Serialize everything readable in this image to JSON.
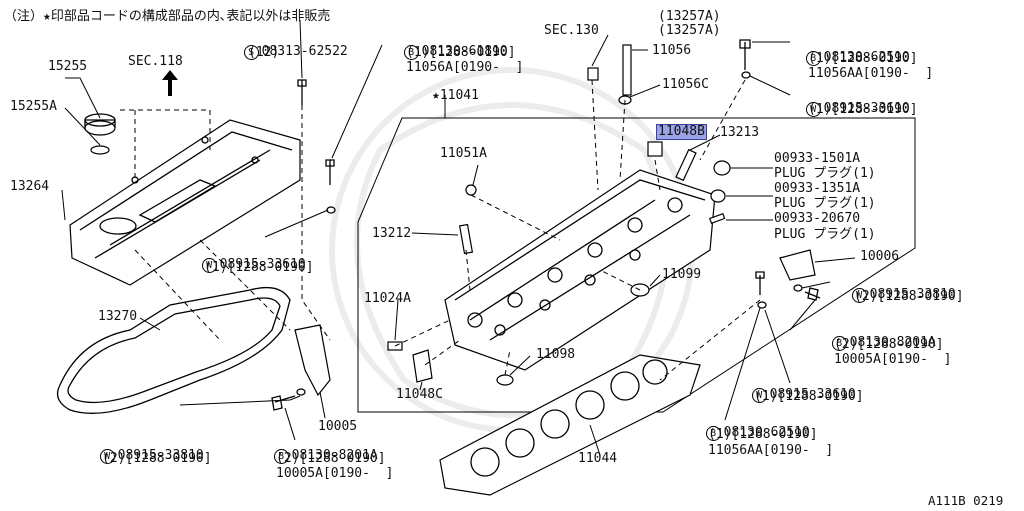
{
  "note": "（注）★印部品コードの構成部品の内､表記以外は非販売",
  "callouts": {
    "c15255": "15255",
    "c15255a": "15255A",
    "sec118": "SEC.118",
    "c13264": "13264",
    "c13270": "13270",
    "s08313_code": "08313-62522",
    "s08313_qty": "(12)",
    "b08130_61810_code": "08130-61810",
    "b08130_61810_l1": "(1)[1288-0190]",
    "b08130_61810_l2": "11056A[0190-  ]",
    "w08915_left_code": "08915-33610",
    "w08915_left_l1": "(1)[1288-0190]",
    "sec130": "SEC.130",
    "c11056": "11056",
    "c11056c": "11056C",
    "c13257a_1": "(13257A)",
    "c13257a_2": "(13257A)",
    "b08130_62510_top_code": "08130-62510",
    "b08130_62510_top_l1": "(1)[1288-0190]",
    "b08130_62510_top_l2": "11056AA[0190-  ]",
    "w08915_top_code": "08915-33610",
    "w08915_top_l1": "(1)[1288-0190]",
    "c11041": "★11041",
    "c11048b": "11048B",
    "c13213": "13213",
    "c11051a": "11051A",
    "plug1_code": "00933-1501A",
    "plug1_name": "PLUG プラグ(1)",
    "plug2_code": "00933-1351A",
    "plug2_name": "PLUG プラグ(1)",
    "plug3_code": "00933-20670",
    "plug3_name": "PLUG プラグ(1)",
    "c13212": "13212",
    "c10006": "10006",
    "w08915_33810_right_code": "08915-33810",
    "w08915_33810_right_l1": "(2)[1288-0190]",
    "c11099": "11099",
    "c11024a": "11024A",
    "b08130_8201a_right_code": "08130-8201A",
    "b08130_8201a_right_l1": "(2)[1288-0190]",
    "b08130_8201a_right_l2": "10005A[0190-  ]",
    "c11098": "11098",
    "c11048c": "11048C",
    "w08915_right_code": "08915-33610",
    "w08915_right_l1": "(1)[1288-0190]",
    "c10005": "10005",
    "w08915_33810_left_code": "08915-33810",
    "w08915_33810_left_l1": "(2)[1288-0190]",
    "b08130_8201a_left_code": "08130-8201A",
    "b08130_8201a_left_l1": "(2)[1288-0190]",
    "b08130_8201a_left_l2": "10005A[0190-  ]",
    "b08130_62510_bot_code": "08130-62510",
    "b08130_62510_bot_l1": "(1)[1288-0190]",
    "b08130_62510_bot_l2": "11056AA[0190-  ]",
    "c11044": "11044",
    "diagram_id": "A111B 0219"
  },
  "symbols": {
    "s": "S",
    "b": "B",
    "w": "W"
  }
}
